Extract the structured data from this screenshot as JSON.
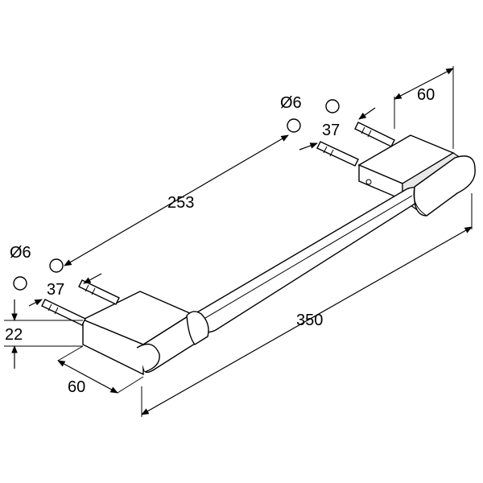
{
  "dimensions": {
    "rail_length": "350",
    "post_spacing": "253",
    "bracket_width_left": "60",
    "bracket_width_right": "60",
    "bracket_height": "22",
    "screw_length_left": "37",
    "screw_length_right": "37",
    "hole_diameter_left": "Ø6",
    "hole_diameter_right": "Ø6"
  },
  "colors": {
    "line": "#000000",
    "fill": "#ffffff",
    "shade": "#e8e8e8"
  }
}
